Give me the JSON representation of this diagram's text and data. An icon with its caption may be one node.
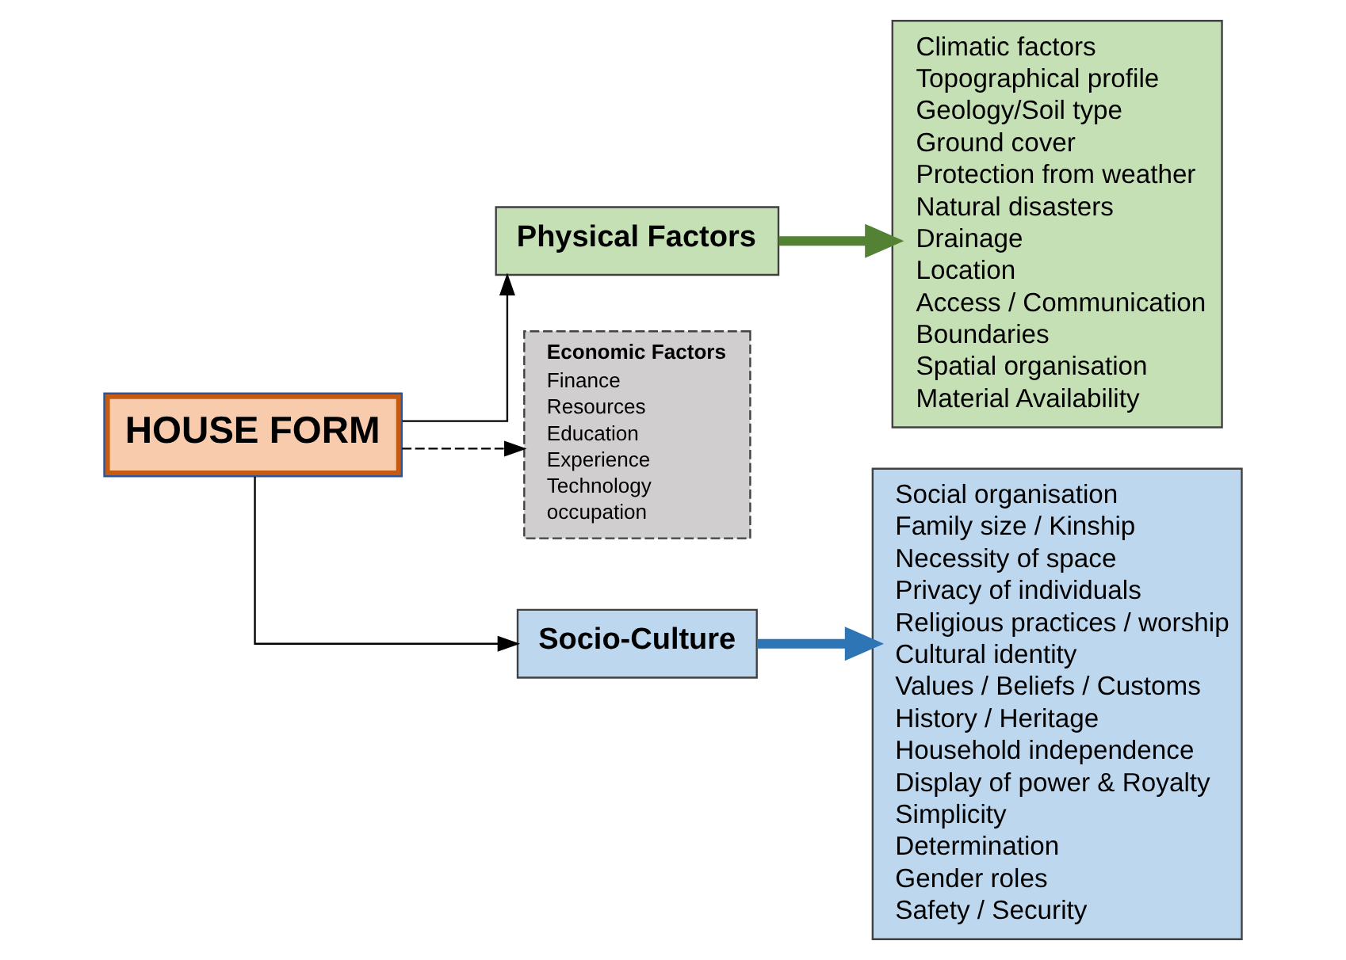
{
  "diagram": {
    "nodes": [
      {
        "text": [
          "HOUSE FORM"
        ]
      },
      {
        "text": [
          "Physical Factors"
        ]
      },
      {
        "text": [
          "Economic Factors",
          "Finance",
          "Resources",
          "Education",
          "Experience",
          "Technology",
          "occupation"
        ]
      },
      {
        "text": [
          "Socio-Culture"
        ]
      },
      {
        "text": [
          "Climatic factors",
          "Topographical profile",
          "Geology/Soil type",
          "Ground cover",
          "Protection from weather",
          "Natural disasters",
          "Drainage",
          "Location",
          "Access / Communication",
          "Boundaries",
          "Spatial organisation",
          "Material Availability"
        ]
      },
      {
        "text": [
          "Social organisation",
          "Family size / Kinship",
          "Necessity of space",
          "Privacy of individuals",
          "Religious practices / worship",
          "Cultural identity",
          "Values / Beliefs / Customs",
          "History / Heritage",
          "Household independence",
          "Display of power & Royalty",
          "Simplicity",
          "Determination",
          "Gender roles",
          "Safety / Security"
        ]
      }
    ],
    "edges": [
      {
        "from": 0,
        "to": 1,
        "arrow": "to"
      },
      {
        "from": 0,
        "to": 2,
        "arrow": "to",
        "style": "dashed"
      },
      {
        "from": 0,
        "to": 3,
        "arrow": "to"
      },
      {
        "from": 1,
        "to": 4,
        "arrow": "to",
        "style": "thick",
        "color": "#548235"
      },
      {
        "from": 3,
        "to": 5,
        "arrow": "to",
        "style": "thick",
        "color": "#2e75b6"
      }
    ]
  }
}
